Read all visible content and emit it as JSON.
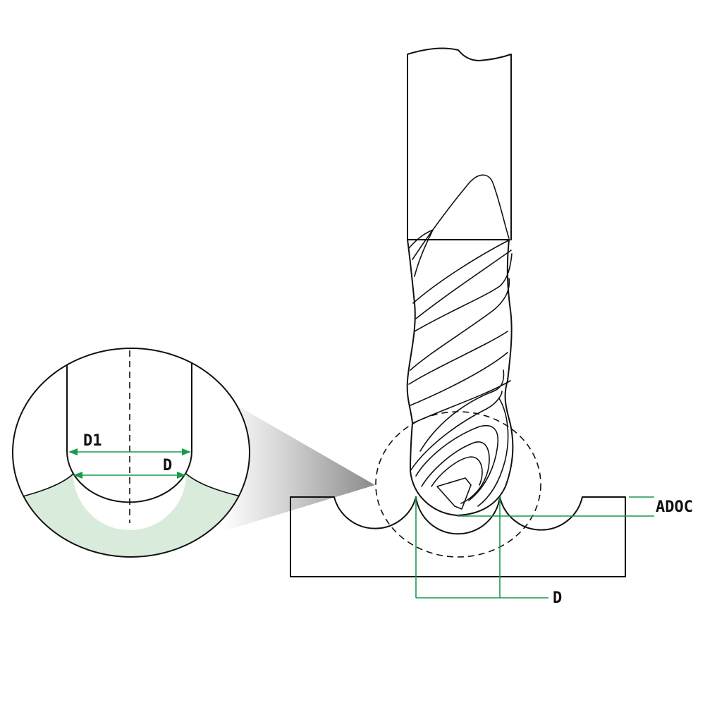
{
  "labels": {
    "d1": "D1",
    "d_detail": "D",
    "adoc": "ADOC",
    "d_main": "D"
  },
  "colors": {
    "material_fill": "#d9ecdc",
    "dimension": "#1a9a4a",
    "outline": "#111111"
  }
}
